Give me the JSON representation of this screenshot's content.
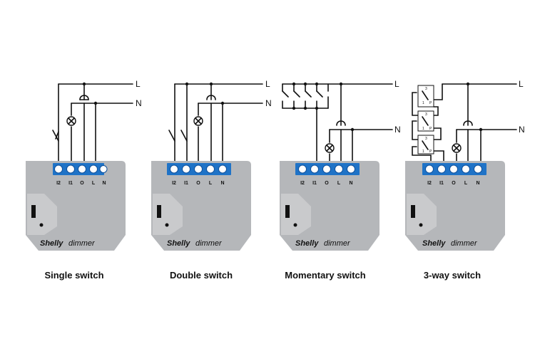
{
  "diagrams": [
    {
      "caption": "Single switch",
      "line_labels": {
        "live": "L",
        "neutral": "N"
      },
      "terminals": [
        "I2",
        "I1",
        "O",
        "L",
        "N"
      ],
      "brand": "Shelly",
      "product": "dimmer"
    },
    {
      "caption": "Double switch",
      "line_labels": {
        "live": "L",
        "neutral": "N"
      },
      "terminals": [
        "I2",
        "I1",
        "O",
        "L",
        "N"
      ],
      "brand": "Shelly",
      "product": "dimmer"
    },
    {
      "caption": "Momentary switch",
      "line_labels": {
        "live": "L",
        "neutral": "N"
      },
      "terminals": [
        "I2",
        "I1",
        "O",
        "L",
        "N"
      ],
      "brand": "Shelly",
      "product": "dimmer"
    },
    {
      "caption": "3-way switch",
      "line_labels": {
        "live": "L",
        "neutral": "N"
      },
      "terminals": [
        "I2",
        "I1",
        "O",
        "L",
        "N"
      ],
      "brand": "Shelly",
      "product": "dimmer",
      "switch_contacts": [
        "1",
        "3",
        "P"
      ]
    }
  ],
  "colors": {
    "terminal_bar": "#1f73c7",
    "device_body": "#b5b7ba",
    "wire": "#111111"
  },
  "icons": {
    "lamp": "lamp-icon",
    "switch": "switch-icon"
  }
}
